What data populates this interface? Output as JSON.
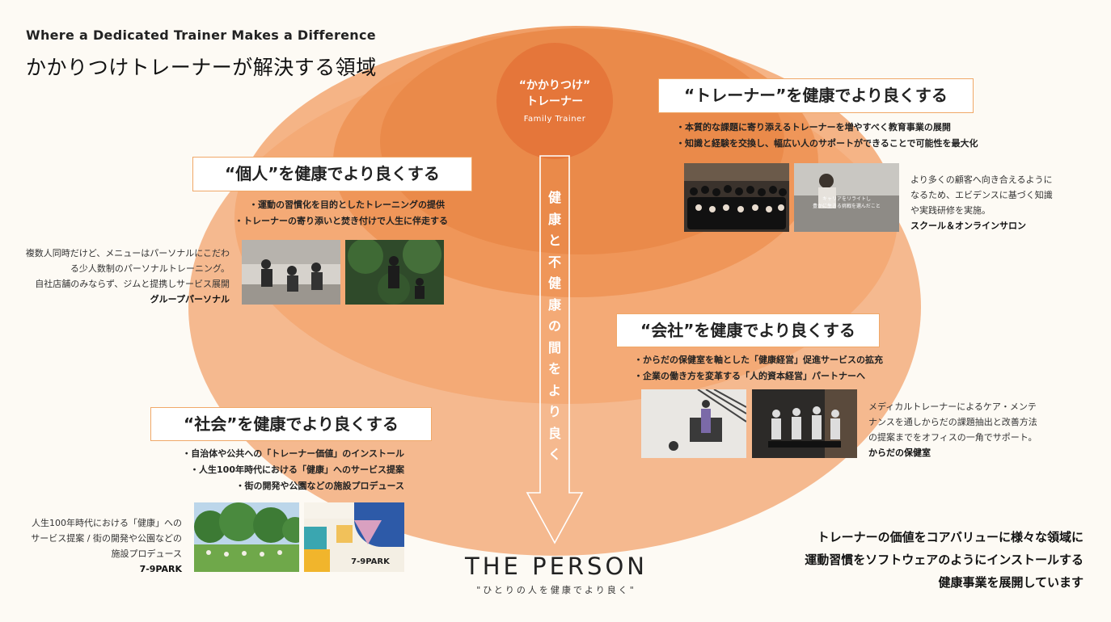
{
  "header": {
    "subtitle": "Where a Dedicated Trainer Makes a Difference",
    "title": "かかりつけトレーナーが解決する領域"
  },
  "core": {
    "title_line1": "“かかりつけ”",
    "title_line2": "トレーナー",
    "subtitle": "Family Trainer"
  },
  "axis_text": "健康と不健康の間をより良く",
  "domains": {
    "trainer": {
      "title": "“トレーナー”を健康でより良くする",
      "bullets": [
        "・本質的な課題に寄り添えるトレーナーを増やすべく教育事業の展開",
        "・知識と経験を交換し、幅広い人のサポートができることで可能性を最大化"
      ],
      "description": [
        "より多くの顧客へ向き合えるように",
        "なるため、エビデンスに基づく知識",
        "や実践研修を実施。"
      ],
      "service": "スクール＆オンラインサロン",
      "photo_caption_1": "キャリアをリライトし",
      "photo_caption_2": "豊かに生きる挑戦を選んだこと"
    },
    "individual": {
      "title": "“個人”を健康でより良くする",
      "bullets": [
        "・運動の習慣化を目的としたトレーニングの提供",
        "・トレーナーの寄り添いと焚き付けで人生に伴走する"
      ],
      "description": [
        "複数人同時だけど、メニューはパーソナルにこだわ",
        "る少人数制のパーソナルトレーニング。",
        "自社店舗のみならず、ジムと提携しサービス展開"
      ],
      "service": "グループパーソナル"
    },
    "company": {
      "title": "“会社”を健康でより良くする",
      "bullets": [
        "・からだの保健室を軸とした「健康経営」促進サービスの拡充",
        "・企業の働き方を変革する「人的資本経営」パートナーへ"
      ],
      "description": [
        "メディカルトレーナーによるケア・メンテ",
        "ナンスを通しからだの課題抽出と改善方法",
        "の提案までをオフィスの一角でサポート。"
      ],
      "service": "からだの保健室"
    },
    "society": {
      "title": "“社会”を健康でより良くする",
      "bullets": [
        "・自治体や公共への「トレーナー価値」のインストール",
        "・人生100年時代における「健康」へのサービス提案",
        "・街の開発や公園などの施設プロデュース"
      ],
      "description": [
        "人生100年時代における「健康」への",
        "サービス提案 / 街の開発や公園などの",
        "施設プロデュース"
      ],
      "service": "7-9PARK",
      "poster_logo": "7-9PARK"
    }
  },
  "brand": {
    "name": "THE PERSON",
    "tagline": "\"ひとりの人を健康でより良く\""
  },
  "closing": [
    "トレーナーの価値をコアバリューに様々な領域に",
    "運動習慣をソフトウェアのようにインストールする",
    "健康事業を展開しています"
  ],
  "colors": {
    "outer": "#f5b98f",
    "middle": "#f0a06a",
    "inner": "#ea8a4a",
    "core": "#e5763a",
    "box_border": "#f0a868"
  }
}
